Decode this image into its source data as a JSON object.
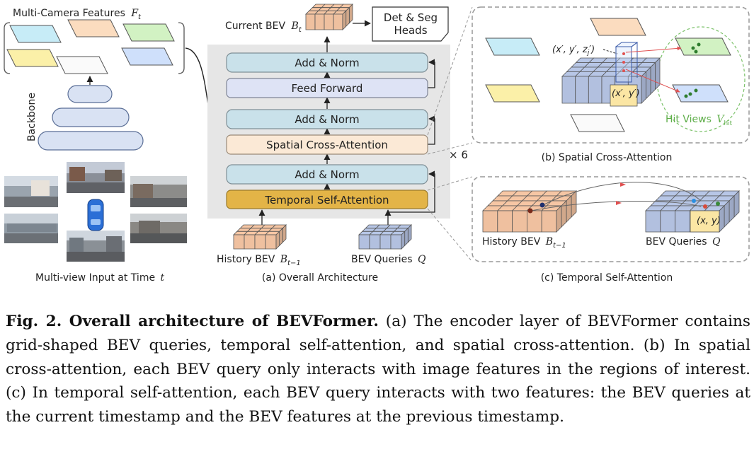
{
  "backbone_panel": {
    "features_title": "Multi-Camera Features",
    "features_symbol": "F",
    "features_sub": "t",
    "backbone_label": "Backbone",
    "input_label": "Multi-view Input at Time",
    "input_symbol": "t"
  },
  "encoder": {
    "current_bev": "Current BEV",
    "current_bev_symbol": "B",
    "current_bev_sub": "t",
    "heads_line1": "Det & Seg",
    "heads_line2": "Heads",
    "blocks": {
      "add_norm": "Add & Norm",
      "feed_forward": "Feed Forward",
      "spatial_cross_attention": "Spatial Cross-Attention",
      "temporal_self_attention": "Temporal Self-Attention"
    },
    "repeat": "× 6",
    "history_bev": "History BEV",
    "history_symbol": "B",
    "history_sub": "t−1",
    "bev_queries": "BEV Queries",
    "bev_queries_symbol": "Q",
    "caption": "(a) Overall Architecture"
  },
  "sca_panel": {
    "point3d": "(x′, y′, z",
    "point3d_sub": "j",
    "point3d_end": "′)",
    "point2d": "(x′, y′)",
    "hit_views": "Hit Views",
    "hit_views_symbol": "V",
    "hit_views_sub": "hit",
    "caption": "(b) Spatial Cross-Attention"
  },
  "tsa_panel": {
    "history_bev": "History BEV",
    "history_symbol": "B",
    "history_sub": "t−1",
    "bev_queries": "BEV Queries",
    "bev_queries_symbol": "Q",
    "point": "(x, y)",
    "caption": "(c) Temporal Self-Attention"
  },
  "figure_caption": {
    "label": "Fig. 2. Overall architecture of BEVFormer.",
    "text": " (a) The encoder layer of BEVFormer contains grid-shaped BEV queries, temporal self-attention, and spatial cross-attention. (b) In spatial cross-attention, each BEV query only interacts with image features in the regions of interest. (c) In temporal self-attention, each BEV query interacts with two features: the BEV queries at the current timestamp and the BEV features at the previous timestamp."
  },
  "colors": {
    "encoder_bg": "#e6e6e6",
    "add_norm": "#c9e1ea",
    "feed_forward": "#dee3f5",
    "spatial_cross_attention": "#fbe9d6",
    "temporal_self_attention": "#e3b447",
    "history_bev": "#f6c6a4",
    "bev_queries": "#b7c6e6",
    "feature_cyan": "#c7ecf7",
    "feature_orange": "#fbdcbf",
    "feature_green": "#d2f2c3",
    "feature_yellow": "#fbf0a8",
    "feature_blue": "#cfe0fb",
    "backbone_block": "#d9e2f3",
    "hit_views_text": "#5fae4a"
  }
}
